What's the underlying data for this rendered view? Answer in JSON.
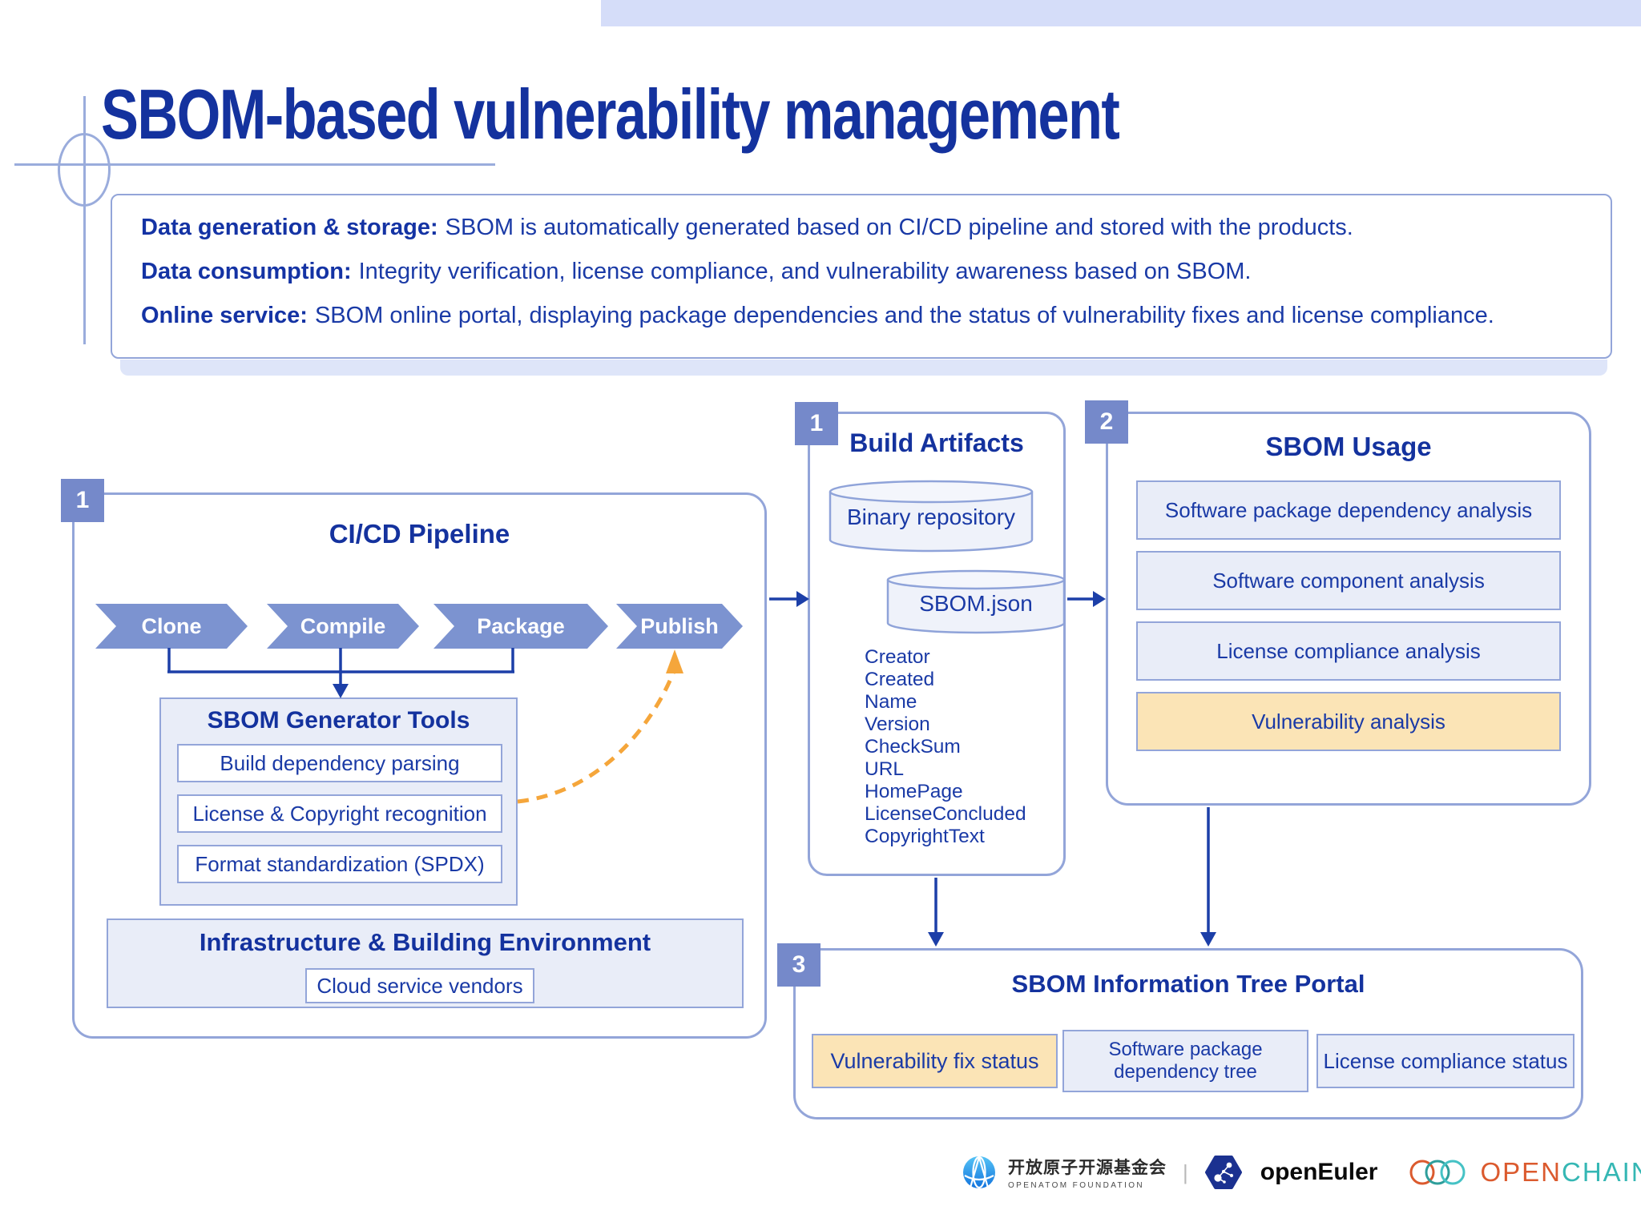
{
  "slide": {
    "title": "SBOM-based vulnerability management"
  },
  "summary": {
    "items": [
      {
        "lead": "Data generation & storage:",
        "text": "SBOM is automatically generated based on CI/CD pipeline and stored with the products."
      },
      {
        "lead": "Data consumption:",
        "text": "Integrity verification, license compliance, and vulnerability awareness based on SBOM."
      },
      {
        "lead": "Online service:",
        "text": "SBOM online portal, displaying package dependencies and the status of vulnerability fixes and license compliance."
      }
    ]
  },
  "pipeline": {
    "badge": "1",
    "title": "CI/CD Pipeline",
    "stages": [
      "Clone",
      "Compile",
      "Package",
      "Publish"
    ],
    "generator": {
      "title": "SBOM Generator Tools",
      "items": [
        "Build dependency parsing",
        "License & Copyright recognition",
        "Format standardization (SPDX)"
      ]
    },
    "infrastructure": {
      "title": "Infrastructure & Building Environment",
      "item": "Cloud service vendors"
    }
  },
  "artifacts": {
    "badge": "1",
    "title": "Build Artifacts",
    "stores": [
      "Binary repository",
      "SBOM.json"
    ],
    "fields": [
      "Creator",
      "Created",
      "Name",
      "Version",
      "CheckSum",
      "URL",
      "HomePage",
      "LicenseConcluded",
      "CopyrightText"
    ]
  },
  "usage": {
    "badge": "2",
    "title": "SBOM Usage",
    "rows": [
      {
        "label": "Software package dependency analysis",
        "highlight": false
      },
      {
        "label": "Software component analysis",
        "highlight": false
      },
      {
        "label": "License compliance analysis",
        "highlight": false
      },
      {
        "label": "Vulnerability analysis",
        "highlight": true
      }
    ]
  },
  "portal": {
    "badge": "3",
    "title": "SBOM Information Tree Portal",
    "boxes": [
      {
        "label": "Vulnerability fix status",
        "highlight": true
      },
      {
        "label": "Software package dependency tree",
        "highlight": false
      },
      {
        "label": "License compliance status",
        "highlight": false
      }
    ]
  },
  "footer": {
    "openatom": {
      "name_cn": "开放原子开源基金会",
      "name_en": "OPENATOM FOUNDATION"
    },
    "separator": "|",
    "openeuler": {
      "wordmark": "openEuler"
    },
    "openchain": {
      "word_open": "OPEN",
      "word_chain": "CHAIN"
    }
  },
  "colors": {
    "title_blue": "#14329E",
    "body_blue": "#1A3AA6",
    "panel_border": "#93A5D9",
    "chevron_fill": "#7C93D0",
    "badge_fill": "#7589CA",
    "connector_blue": "#1C3FA8",
    "light_fill": "#E9EDF8",
    "highlight_peach": "#FBE4B6",
    "dashed_orange": "#F5A63B",
    "top_strip": "#D5DDF9",
    "openchain_orange": "#DB5A2E",
    "openchain_teal": "#35B7B4"
  }
}
